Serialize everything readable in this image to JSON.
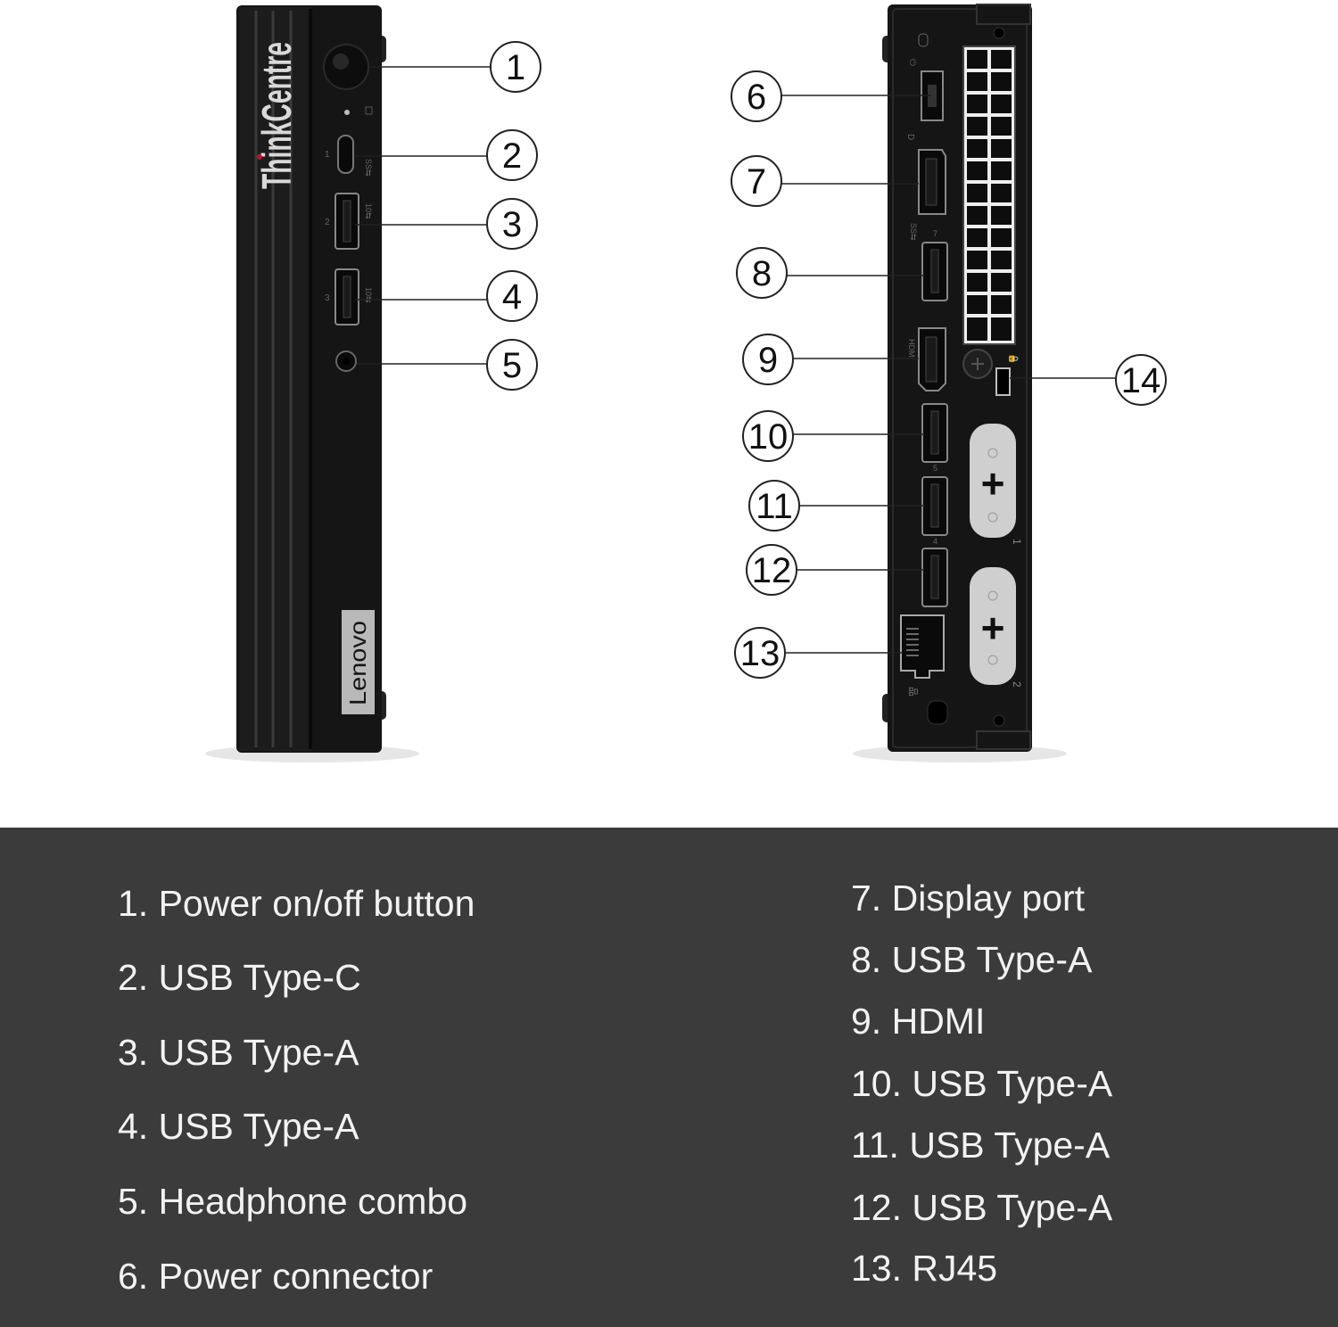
{
  "device": {
    "brand_logo": "ThinkCentre",
    "maker_logo": "Lenovo",
    "front_port_marks": [
      "1",
      "2",
      "3"
    ],
    "rear_port_marks": [
      "7",
      "5",
      "4",
      "1",
      "2"
    ],
    "accent_red": "#c8102e",
    "chassis_color": "#151515"
  },
  "callouts": [
    "1",
    "2",
    "3",
    "4",
    "5",
    "6",
    "7",
    "8",
    "9",
    "10",
    "11",
    "12",
    "13",
    "14"
  ],
  "legend": {
    "background": "#3b3b3b",
    "left_column": [
      "1. Power on/off button",
      "2. USB Type-C",
      "3. USB Type-A",
      "4. USB Type-A",
      "5. Headphone combo",
      "6. Power connector"
    ],
    "right_column": [
      "7. Display port",
      "8. USB Type-A",
      "9. HDMI",
      "10. USB Type-A",
      "11. USB Type-A",
      "12. USB Type-A",
      "13. RJ45"
    ]
  }
}
